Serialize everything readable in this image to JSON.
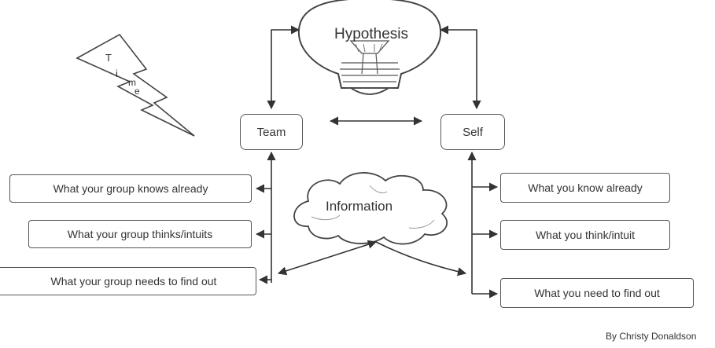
{
  "diagram": {
    "hypothesis_label": "Hypothesis",
    "time_letters": [
      "T",
      "i",
      "m",
      "e"
    ],
    "team_label": "Team",
    "self_label": "Self",
    "information_label": "Information",
    "team_items": [
      "What your group knows already",
      "What your group thinks/intuits",
      "What your group needs to find out"
    ],
    "self_items": [
      "What you know already",
      "What you think/intuit",
      "What you need to find out"
    ],
    "credit": "By Christy Donaldson"
  }
}
